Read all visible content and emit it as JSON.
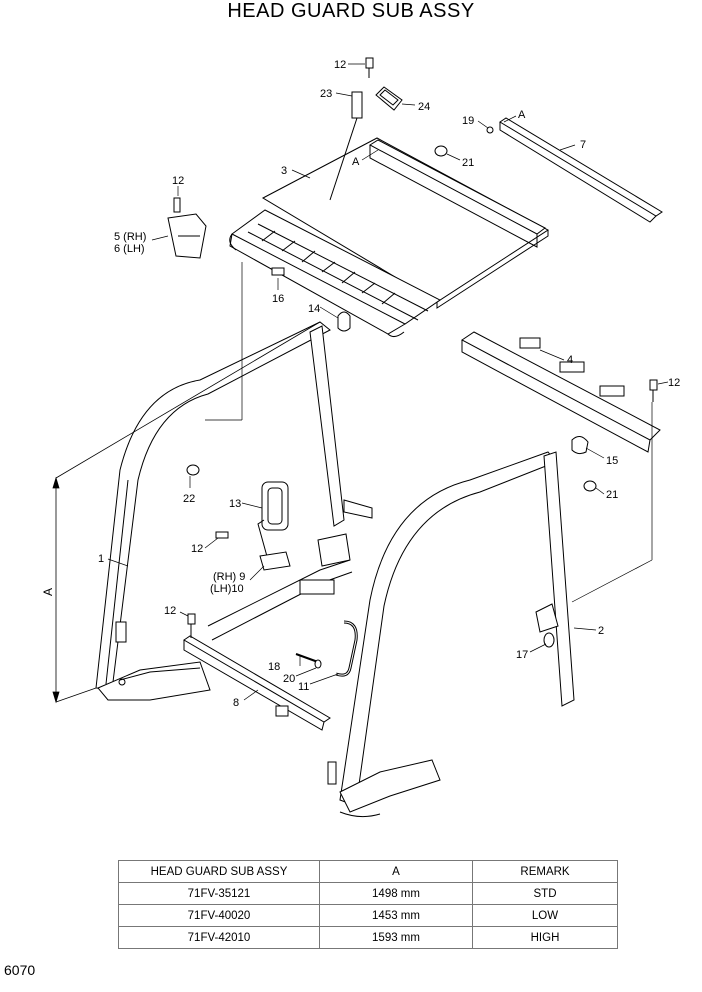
{
  "title": "HEAD GUARD SUB ASSY",
  "page_number": "6070",
  "callouts": {
    "c1": "1",
    "c2": "2",
    "c3": "3",
    "c4": "4",
    "c5": "5 (RH)",
    "c6": "6 (LH)",
    "c7": "7",
    "c8": "8",
    "c9": "(RH) 9",
    "c10": "(LH)10",
    "c11": "11",
    "c12a": "12",
    "c12b": "12",
    "c12c": "12",
    "c12d": "12",
    "c12e": "12",
    "c13": "13",
    "c14": "14",
    "c15": "15",
    "c16": "16",
    "c17": "17",
    "c18": "18",
    "c19": "19",
    "c20": "20",
    "c21a": "21",
    "c21b": "21",
    "c22": "22",
    "c23": "23",
    "c24": "24",
    "markA1": "A",
    "markA2": "A",
    "dimA": "A"
  },
  "table": {
    "headers": [
      "HEAD GUARD SUB ASSY",
      "A",
      "REMARK"
    ],
    "rows": [
      [
        "71FV-35121",
        "1498 mm",
        "STD"
      ],
      [
        "71FV-40020",
        "1453 mm",
        "LOW"
      ],
      [
        "71FV-42010",
        "1593 mm",
        "HIGH"
      ]
    ]
  }
}
